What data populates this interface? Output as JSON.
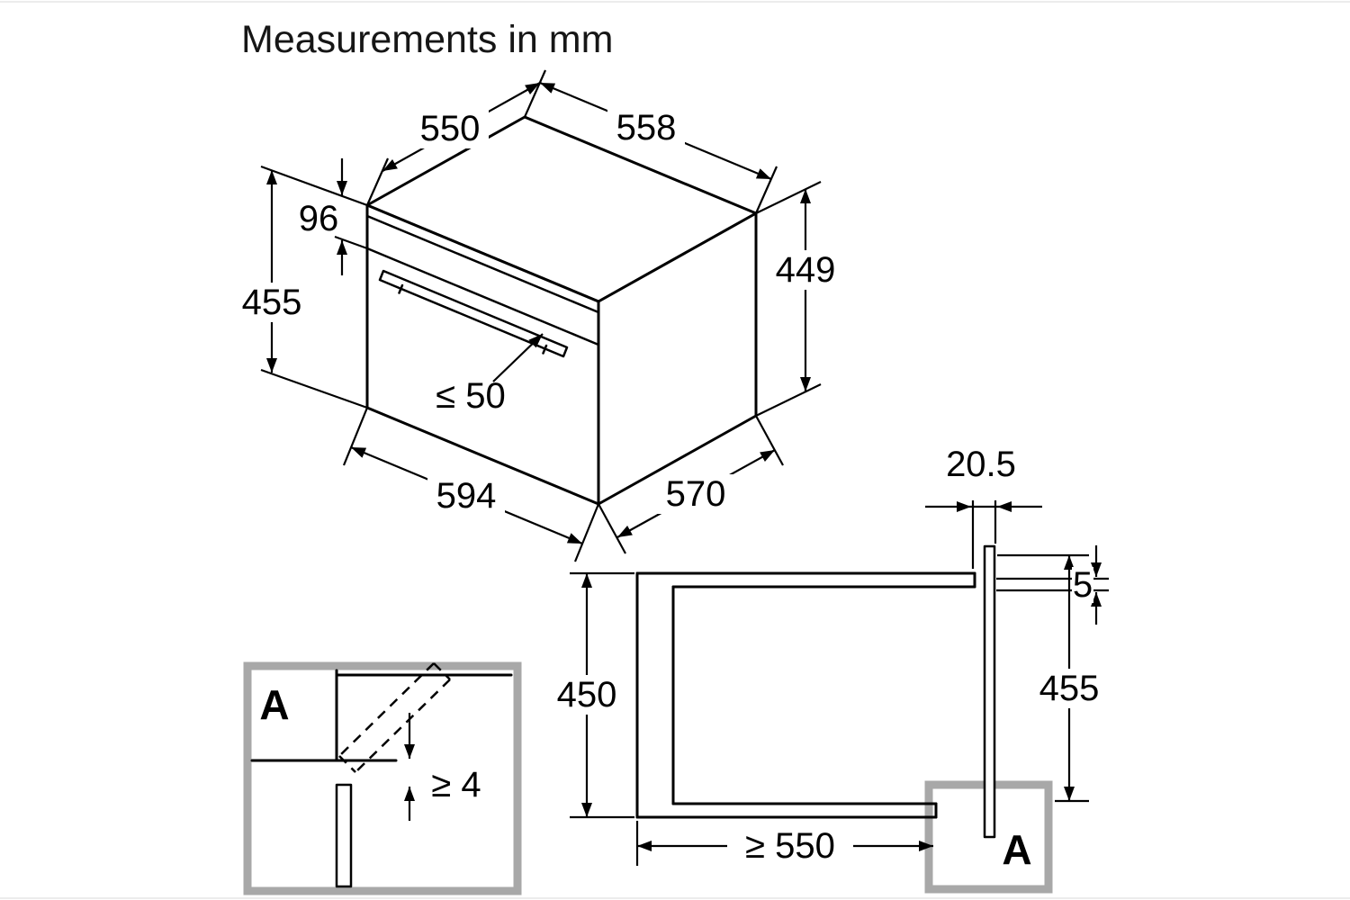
{
  "title": "Measurements in mm",
  "isometric_view": {
    "top_depth": "550",
    "top_width": "558",
    "control_panel_height": "96",
    "front_height": "455",
    "body_height": "449",
    "handle_clearance": "≤ 50",
    "front_width": "594",
    "body_depth": "570"
  },
  "section_view": {
    "front_overhang": "20.5",
    "top_gap": "5",
    "niche_height": "450",
    "front_panel_height": "455",
    "niche_depth": "≥ 550",
    "detail_marker": "A"
  },
  "detail_view": {
    "marker": "A",
    "bottom_clearance": "≥ 4"
  }
}
